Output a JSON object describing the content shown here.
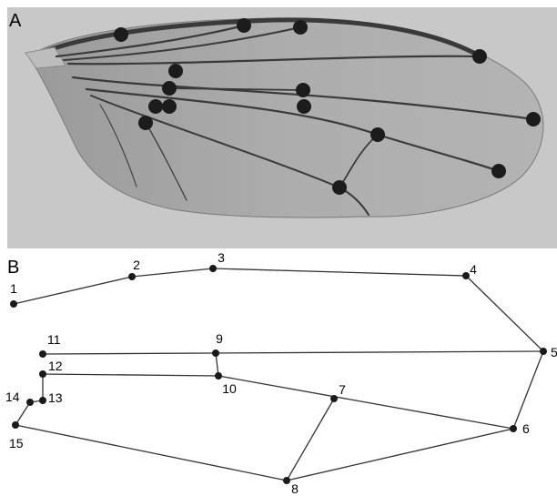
{
  "panels": {
    "a": {
      "letter": "A"
    },
    "b": {
      "letter": "B"
    }
  },
  "landmarks": [
    {
      "id": "1",
      "label": "1"
    },
    {
      "id": "2",
      "label": "2"
    },
    {
      "id": "3",
      "label": "3"
    },
    {
      "id": "4",
      "label": "4"
    },
    {
      "id": "5",
      "label": "5"
    },
    {
      "id": "6",
      "label": "6"
    },
    {
      "id": "7",
      "label": "7"
    },
    {
      "id": "8",
      "label": "8"
    },
    {
      "id": "9",
      "label": "9"
    },
    {
      "id": "10",
      "label": "10"
    },
    {
      "id": "11",
      "label": "11"
    },
    {
      "id": "12",
      "label": "12"
    },
    {
      "id": "13",
      "label": "13"
    },
    {
      "id": "14",
      "label": "14"
    },
    {
      "id": "15",
      "label": "15"
    }
  ],
  "connections": [
    [
      "1",
      "2"
    ],
    [
      "2",
      "3"
    ],
    [
      "3",
      "4"
    ],
    [
      "4",
      "5"
    ],
    [
      "5",
      "6"
    ],
    [
      "11",
      "5"
    ],
    [
      "9",
      "10"
    ],
    [
      "12",
      "10"
    ],
    [
      "10",
      "6"
    ],
    [
      "12",
      "13"
    ],
    [
      "13",
      "14"
    ],
    [
      "14",
      "15"
    ],
    [
      "15",
      "8"
    ],
    [
      "8",
      "6"
    ],
    [
      "8",
      "7"
    ]
  ],
  "colors": {
    "background": "#ffffff",
    "photo_background": "#c8c8c8",
    "wing_membrane": "#a9a9a9",
    "vein": "#3a3a3a",
    "landmark": "#1a1a1a"
  }
}
